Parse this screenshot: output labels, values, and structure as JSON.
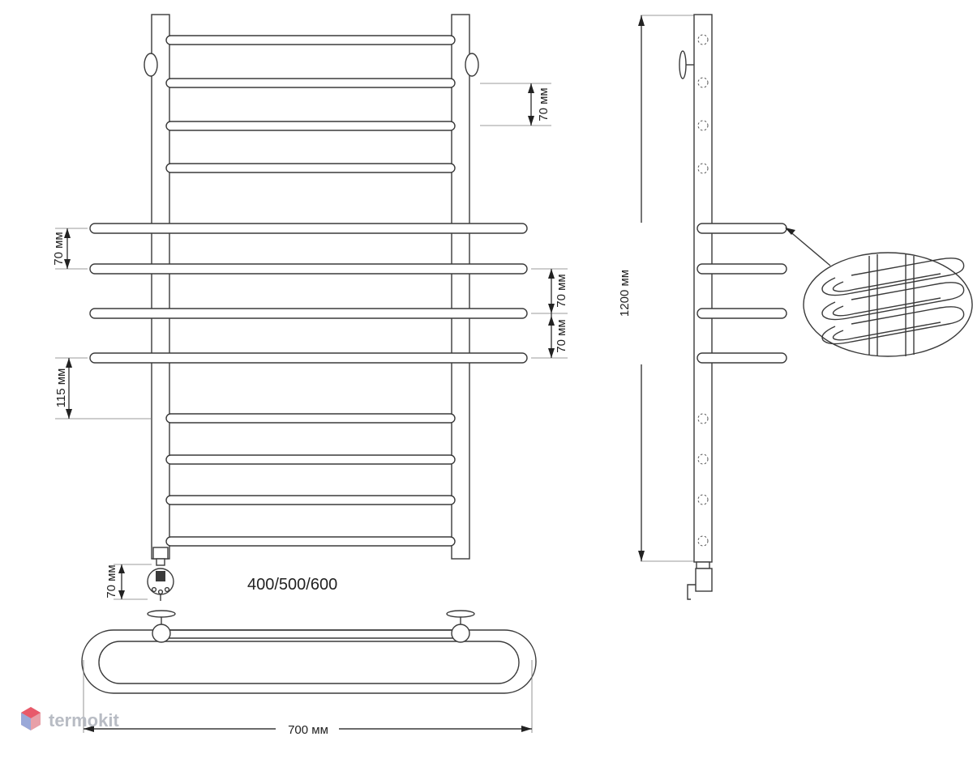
{
  "dimensions": {
    "bar_spacing_top": "70 мм",
    "bar_spacing_left": "70 мм",
    "bar_spacing_right_1": "70 мм",
    "bar_spacing_right_2": "70 мм",
    "bottom_offset": "115 мм",
    "connector_spacing": "70 мм",
    "height": "1200 мм",
    "depth": "700 мм",
    "width_options": "400/500/600"
  },
  "logo": {
    "text": "termokit"
  },
  "colors": {
    "line": "#3a3a3a",
    "logo": "#b8bcc4",
    "logo_icon": "#e85a6a"
  }
}
